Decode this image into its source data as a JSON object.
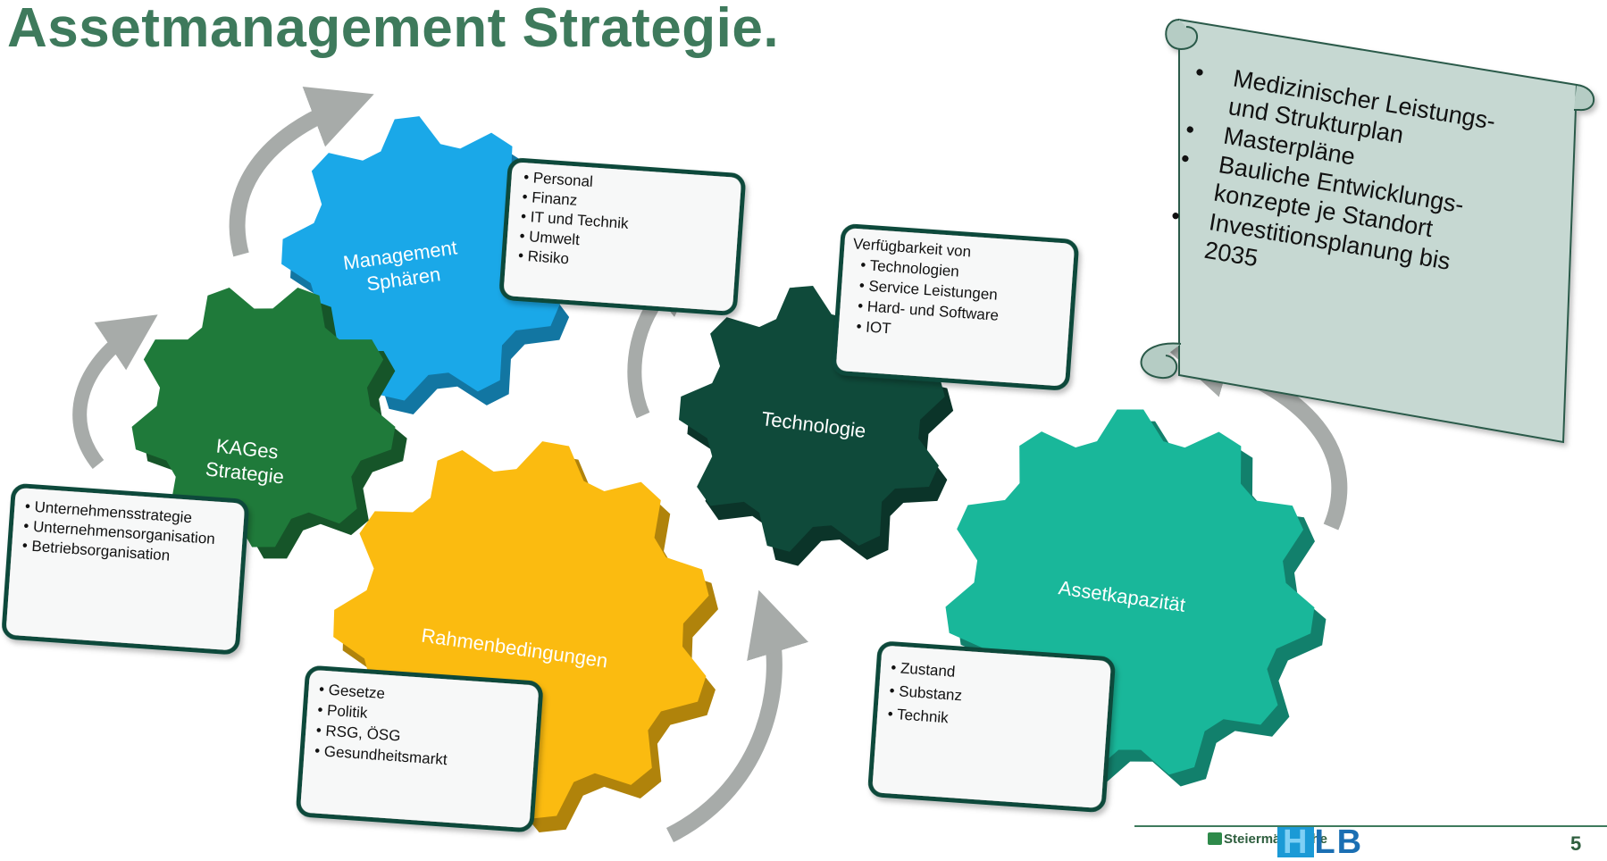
{
  "title": "Assetmanagement Strategie.",
  "colors": {
    "title": "#3e7a5c",
    "management_gear": "#1aa8e8",
    "kages_gear": "#1f7a3a",
    "rahmen_gear": "#fbbb10",
    "technologie_gear": "#0f4a3a",
    "asset_gear": "#19b79a",
    "scroll": "#c6d8d2",
    "arrow": "#a7aba9",
    "box_border": "#0f4a3a"
  },
  "gears": {
    "management": {
      "label_line1": "Management",
      "label_line2": "Sphären"
    },
    "kages": {
      "label_line1": "KAGes",
      "label_line2": "Strategie"
    },
    "rahmen": {
      "label": "Rahmenbedingungen"
    },
    "technologie": {
      "label": "Technologie"
    },
    "asset": {
      "label": "Assetkapazität"
    }
  },
  "boxes": {
    "management": {
      "items": [
        "Personal",
        "Finanz",
        "IT und Technik",
        "Umwelt",
        "Risiko"
      ]
    },
    "kages": {
      "items": [
        "Unternehmensstrategie",
        "Unternehmensorganisation",
        "Betriebsorganisation"
      ]
    },
    "technologie": {
      "heading": "Verfügbarkeit von",
      "items": [
        "Technologien",
        "Service Leistungen",
        "Hard- und Software",
        "IOT"
      ]
    },
    "rahmen": {
      "items": [
        "Gesetze",
        "Politik",
        "RSG, ÖSG",
        "Gesundheitsmarkt"
      ]
    },
    "asset": {
      "items": [
        "Zustand",
        "Substanz",
        "Technik"
      ]
    }
  },
  "scroll": {
    "items": [
      "Medizinischer Leistungs-",
      "und Strukturplan",
      "Masterpläne",
      "Bauliche Entwicklungs-",
      "konzepte je Standort",
      "Investitionsplanung bis",
      "2035"
    ]
  },
  "footer": {
    "brand": "Steiermärkische",
    "logo_text": "LB",
    "logo_h": "H",
    "page_number": "5"
  }
}
